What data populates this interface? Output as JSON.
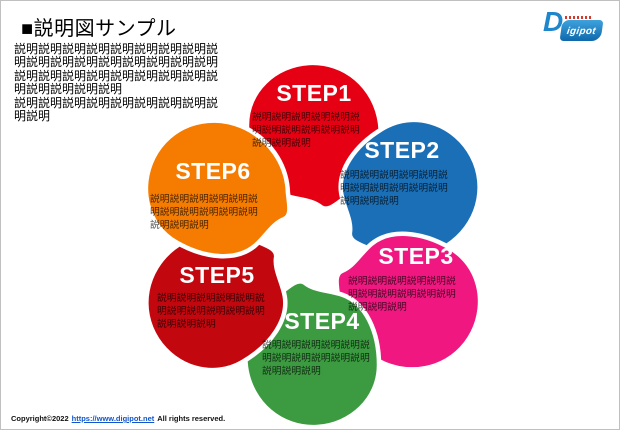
{
  "header": {
    "title": "■説明図サンプル"
  },
  "logo": {
    "d": "D",
    "rest": "igipot"
  },
  "intro": {
    "paragraph1": "説明説明説明説明説明説明説明説明説明説明説明説明説明説明説明説明説明説明説明説明説明説明説明説明説明説明説明説明説明説明",
    "paragraph2": "説明説明説明説明説明説明説明説明説明説明"
  },
  "steps": [
    {
      "label": "STEP1",
      "color": "#E60013",
      "body": "説明説明説明説明説明説明説明説明説明説明説明説明説明説明"
    },
    {
      "label": "STEP2",
      "color": "#1B6FB6",
      "body": "説明説明説明説明説明説明説明説明説明説明説明説明説明説明"
    },
    {
      "label": "STEP3",
      "color": "#F01880",
      "body": "説明説明説明説明説明説明説明説明説明説明説明説明説明説明"
    },
    {
      "label": "STEP4",
      "color": "#3C9B41",
      "body": "説明説明説明説明説明説明説明説明説明説明説明説明説明説明"
    },
    {
      "label": "STEP5",
      "color": "#C3070F",
      "body": "説明説明説明説明説明説明説明説明説明説明説明説明説明説明"
    },
    {
      "label": "STEP6",
      "color": "#F57C00",
      "body": "説明説明説明説明説明説明説明説明説明説明説明説明説明説明"
    }
  ],
  "footer": {
    "copyright": "Copyright©2022",
    "link": "https://www.digipot.net",
    "rights": "All rights reserved."
  }
}
